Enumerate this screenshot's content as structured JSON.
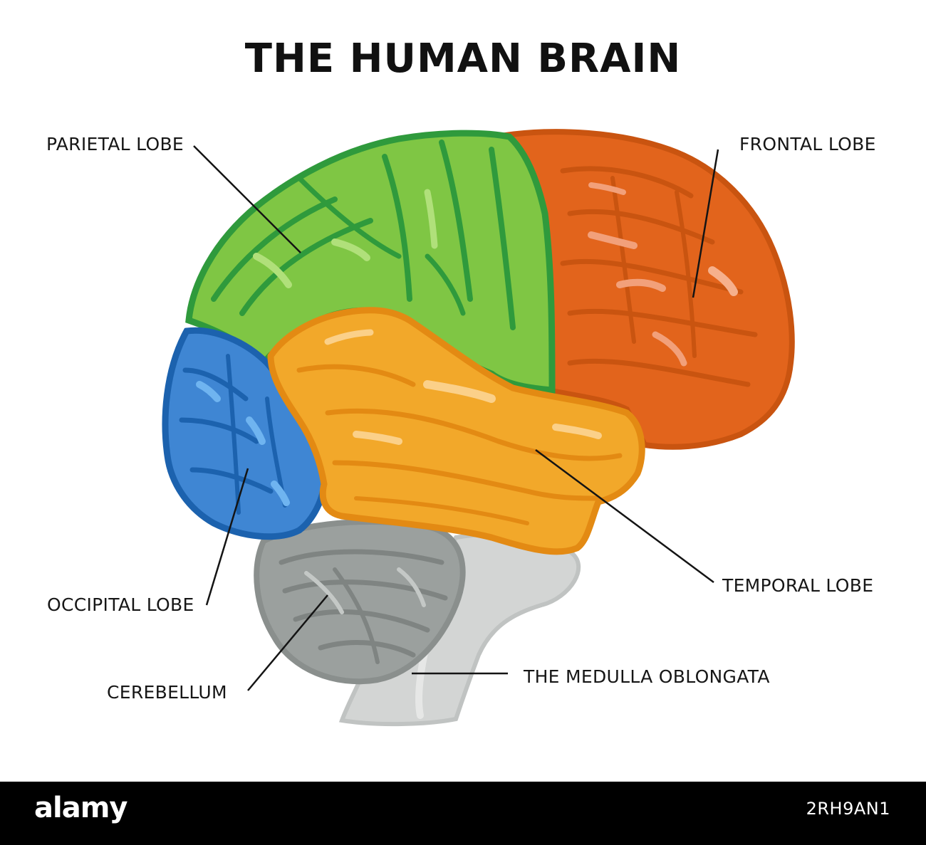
{
  "title": "THE HUMAN BRAIN",
  "labels": {
    "parietal": "PARIETAL LOBE",
    "frontal": "FRONTAL LOBE",
    "temporal": "TEMPORAL LOBE",
    "occipital": "OCCIPITAL LOBE",
    "cerebellum": "CEREBELLUM",
    "medulla": "THE MEDULLA OBLONGATA"
  },
  "footer": {
    "brand": "alamy",
    "image_id": "2RH9AN1"
  },
  "colors": {
    "frontal": "#e2641c",
    "parietal": "#7fc644",
    "occipital": "#3f86d3",
    "temporal": "#f2a82a",
    "cerebellum": "#9aa09c",
    "medulla": "#d4d6d5"
  }
}
